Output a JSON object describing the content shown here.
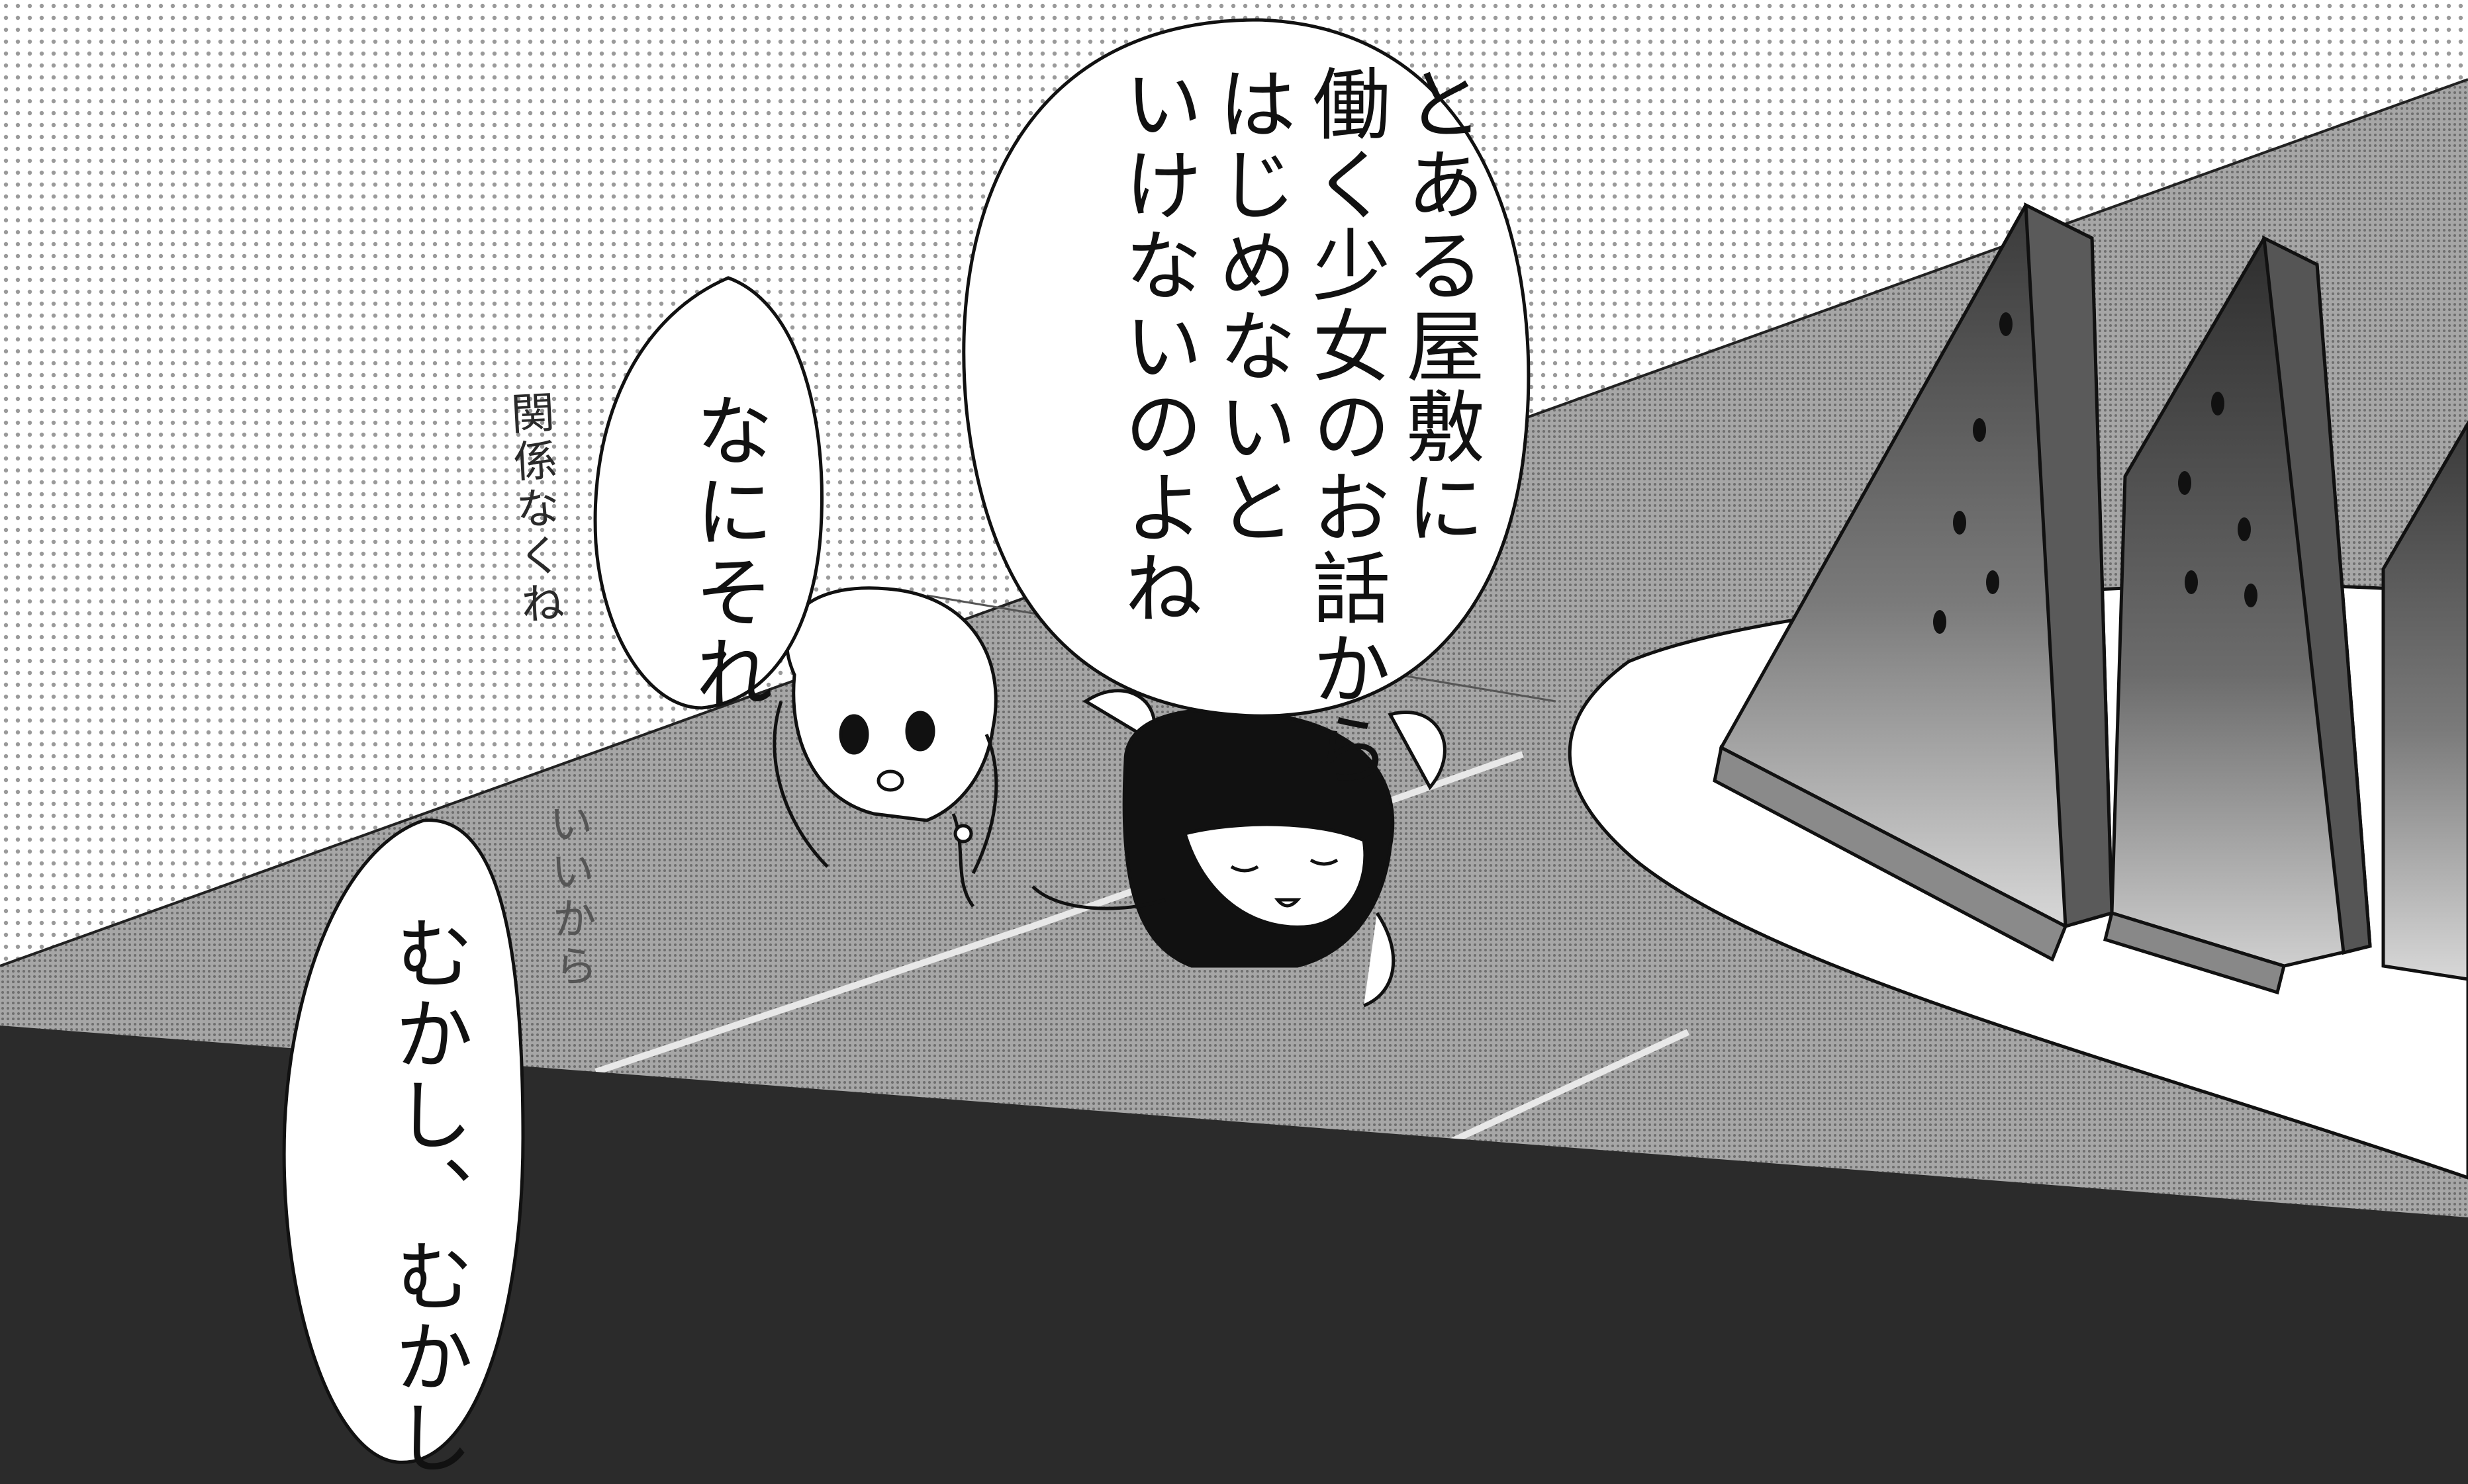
{
  "panel": {
    "speech": {
      "main": "とある屋敷に\n働く少女のお話から\nはじめないと\nいけないのよね",
      "question": "なにそれ",
      "narration": "むかし、むかし……"
    },
    "handwritten": {
      "side_note": "関係なくね",
      "aside": "いいから"
    },
    "colors": {
      "ink": "#111111",
      "screentone_dark": "#2b2b2b",
      "screentone_mid": "#8c8c8c",
      "paper": "#ffffff"
    }
  }
}
